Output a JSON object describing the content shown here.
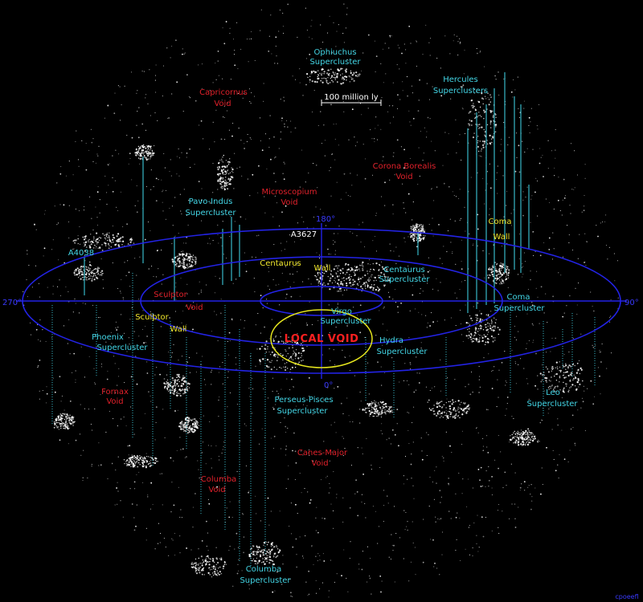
{
  "scale_bar": {
    "label": "100 million ly"
  },
  "axis_labels": {
    "deg_0": "0°",
    "deg_90": "90°",
    "deg_180": "180°",
    "deg_270": "270°"
  },
  "superclusters": {
    "ophiuchus": [
      "Ophiuchus",
      "Supercluster"
    ],
    "hercules": [
      "Hercules",
      "Superclusters"
    ],
    "pavo_indus": [
      "Pavo-Indus",
      "Supercluster"
    ],
    "centaurus": [
      "Centaurus",
      "Supercluster"
    ],
    "coma": [
      "Coma",
      "Supercluster"
    ],
    "virgo": [
      "Virgo",
      "Supercluster"
    ],
    "hydra": [
      "Hydra",
      "Supercluster"
    ],
    "phoenix": [
      "Phoenix",
      "Supercluster"
    ],
    "perseus_pisces": [
      "Perseus-Pisces",
      "Supercluster"
    ],
    "leo": [
      "Leo",
      "Supercluster"
    ],
    "columba": [
      "Columba",
      "Supercluster"
    ]
  },
  "voids": {
    "capricornus": [
      "Capricornus",
      "Void"
    ],
    "corona_borealis": [
      "Corona Borealis",
      "Void"
    ],
    "microscopium": [
      "Microscopium",
      "Void"
    ],
    "sculptor": [
      "Sculptor",
      "Void"
    ],
    "fornax": [
      "Fornax",
      "Void"
    ],
    "canes_major": [
      "Canes-Major",
      "Void"
    ],
    "columba": [
      "Columba",
      "Void"
    ],
    "local": "LOCAL VOID"
  },
  "walls": {
    "coma": [
      "Coma",
      "Wall"
    ],
    "centaurus": [
      "Centaurus",
      "Wall"
    ],
    "sculptor": [
      "Sculptor",
      "Wall"
    ]
  },
  "clusters": {
    "a3627": "A3627",
    "a4038": "A4038"
  },
  "credit": "cpoeefl"
}
